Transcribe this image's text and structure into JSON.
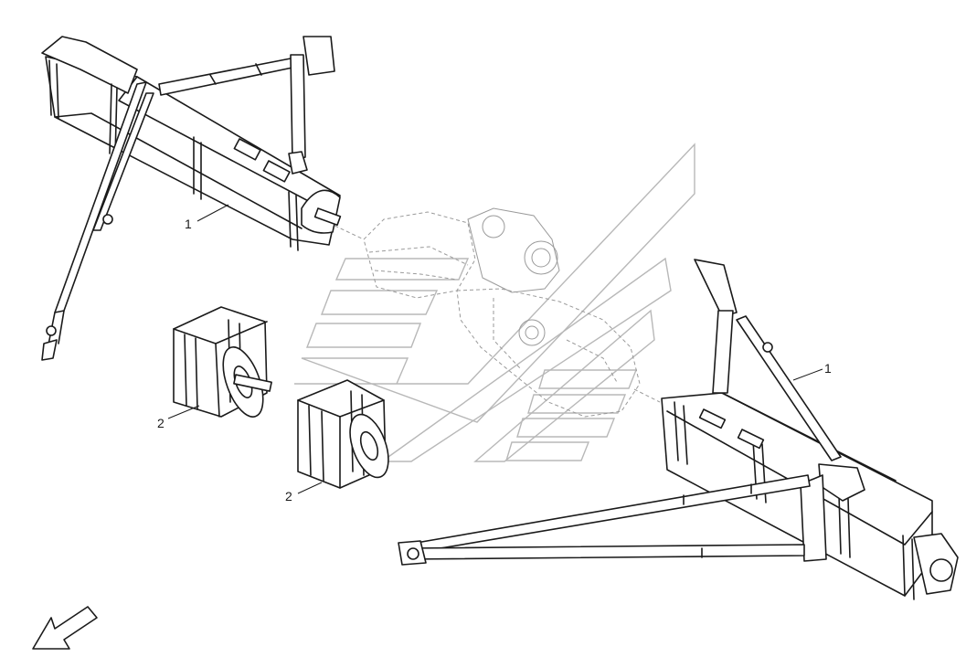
{
  "callouts": {
    "left_assembly": "1",
    "right_assembly": "1",
    "section_upper": "2",
    "section_lower": "2"
  },
  "icons": {
    "watermark": "stylized-chevron-logo",
    "direction": "arrow-down-left-icon"
  }
}
